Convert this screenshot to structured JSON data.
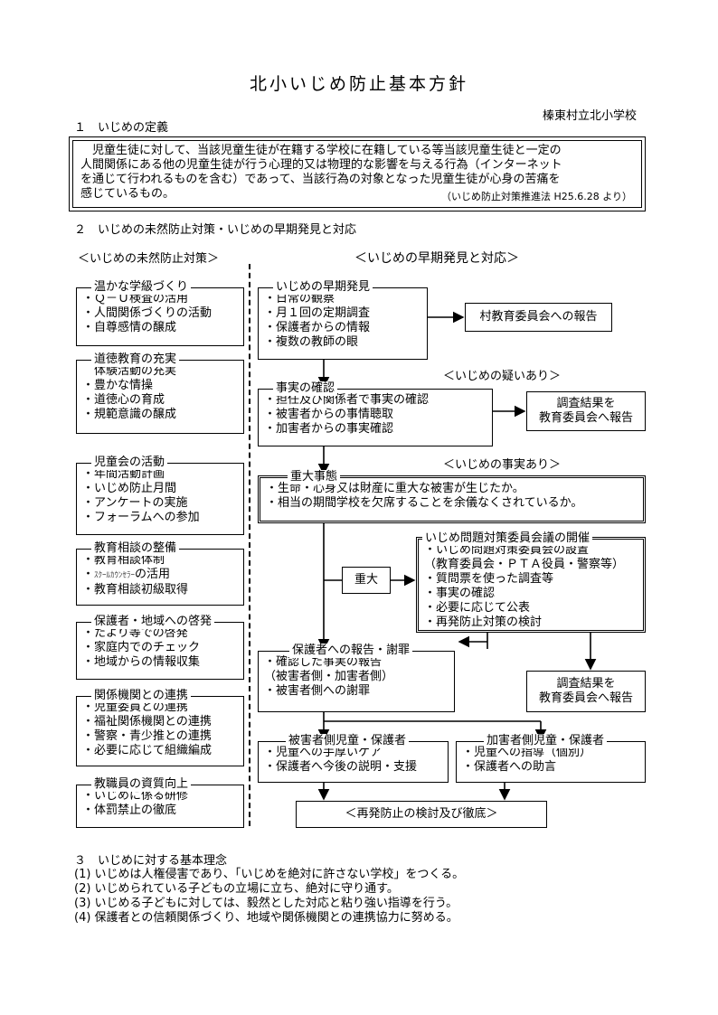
{
  "title": "北小いじめ防止基本方針",
  "school": "榛東村立北小学校",
  "section1": {
    "heading": "１　いじめの定義",
    "lines": [
      "　児童生徒に対して、当該児童生徒が在籍する学校に在籍している等当該児童生徒と一定の",
      "人間関係にある他の児童生徒が行う心理的又は物理的な影響を与える行為（インターネット",
      "を通じて行われるものを含む）であって、当該行為の対象となった児童生徒が心身の苦痛を",
      "感じているもの。"
    ],
    "note": "（いじめ防止対策推進法 H25.6.28 より）"
  },
  "section2": {
    "heading": "２　いじめの未然防止対策・いじめの早期発見と対応",
    "left_title": "＜いじめの未然防止対策＞",
    "right_title": "＜いじめの早期発見と対応＞"
  },
  "left_boxes": [
    {
      "title": "温かな学級づくり",
      "items": [
        "・Ｑ－Ｕ検査の活用",
        "・人間関係づくりの活動",
        "・自尊感情の醸成"
      ]
    },
    {
      "title": "道徳教育の充実",
      "items": [
        "　体験活動の充実",
        "・豊かな情操",
        "・道徳心の育成",
        "・規範意識の醸成"
      ]
    },
    {
      "title": "児童会の活動",
      "items": [
        "・年間活動計画",
        "・いじめ防止月間",
        "・アンケートの実施",
        "・フォーラムへの参加"
      ]
    },
    {
      "title": "教育相談の整備",
      "items": [
        "・教育相談体制",
        "の活用",
        "・教育相談初級取得"
      ],
      "faint": "ｽｸｰﾙｶｳﾝｾﾗｰ",
      "faint_prefix": "・"
    },
    {
      "title": "保護者・地域への啓発",
      "items": [
        "・たより等での啓発",
        "・家庭内でのチェック",
        "・地域からの情報収集"
      ]
    },
    {
      "title": "関係機関との連携",
      "items": [
        "・児童委員との連携",
        "・福祉関係機関との連携",
        "・警察・青少推との連携",
        "・必要に応じて組織編成"
      ]
    },
    {
      "title": "教職員の資質向上",
      "items": [
        "・いじめに係る研修",
        "・体罰禁止の徹底"
      ]
    }
  ],
  "flow": {
    "early": {
      "title": "いじめの早期発見",
      "items": [
        "・日常の観察",
        "・月１回の定期調査",
        "・保護者からの情報",
        "・複数の教師の眼"
      ]
    },
    "report_village": "村教育委員会への報告",
    "suspicion": "＜いじめの疑いあり＞",
    "confirm": {
      "title": "事実の確認",
      "items": [
        "・担任及び関係者で事実の確認",
        "・被害者からの事情聴取",
        "・加害者からの事実確認"
      ]
    },
    "report1": [
      "調査結果を",
      "教育委員会へ報告"
    ],
    "fact": "＜いじめの事実あり＞",
    "serious": {
      "title": "重大事態",
      "items": [
        "・生命・心身又は財産に重大な被害が生じたか。",
        "・相当の期間学校を欠席することを余儀なくされているか。"
      ]
    },
    "serious_label": "重大",
    "committee": {
      "title": "いじめ問題対策委員会議の開催",
      "items": [
        "・いじめ問題対策委員会の設置",
        "（教育委員会・ＰＴＡ役員・警察等）",
        "・質問票を使った調査等",
        "・事実の確認",
        "・必要に応じて公表",
        "・再発防止対策の検討"
      ]
    },
    "guardian": {
      "title": "保護者への報告・謝罪",
      "items": [
        "・確認した事実の報告",
        "（被害者側・加害者側）",
        "・被害者側への謝罪"
      ]
    },
    "report2": [
      "調査結果を",
      "教育委員会へ報告"
    ],
    "victim": {
      "title": "被害者側児童・保護者",
      "items": [
        "・児童への手厚いケア",
        "・保護者へ今後の説明・支援"
      ]
    },
    "offender": {
      "title": "加害者側児童・保護者",
      "items": [
        "・児童への指導（個別）",
        "・保護者への助言"
      ]
    },
    "prevention": "＜再発防止の検討及び徹底＞"
  },
  "section3": {
    "heading": "３　いじめに対する基本理念",
    "items": [
      "(1) いじめは人権侵害であり、「いじめを絶対に許さない学校」をつくる。",
      "(2) いじめられている子どもの立場に立ち、絶対に守り通す。",
      "(3) いじめる子どもに対しては、毅然とした対応と粘り強い指導を行う。",
      "(4) 保護者との信頼関係づくり、地域や関係機関との連携協力に努める。"
    ]
  }
}
